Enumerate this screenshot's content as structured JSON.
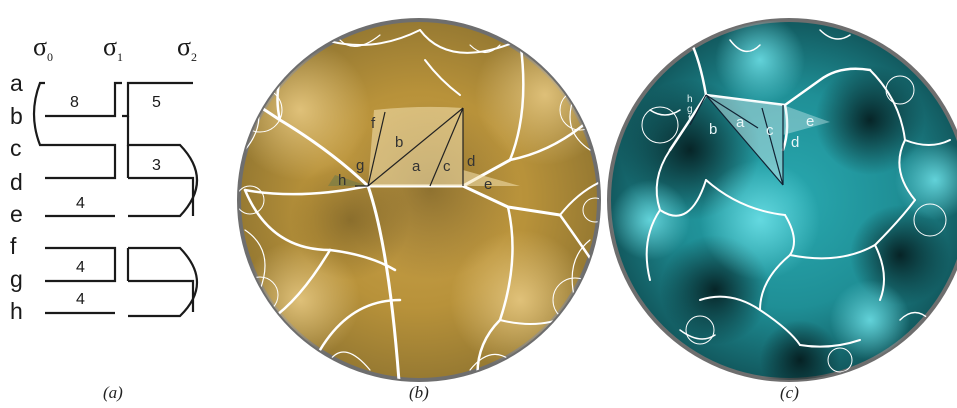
{
  "panel_a": {
    "headers": [
      {
        "base": "σ",
        "sub": "0"
      },
      {
        "base": "σ",
        "sub": "1"
      },
      {
        "base": "σ",
        "sub": "2"
      }
    ],
    "rows": [
      "a",
      "b",
      "c",
      "d",
      "e",
      "f",
      "g",
      "h"
    ],
    "numbers": [
      "8",
      "5",
      "3",
      "4",
      "4",
      "4"
    ]
  },
  "panel_b": {
    "labels": [
      "f",
      "g",
      "h",
      "b",
      "a",
      "c",
      "d",
      "e"
    ]
  },
  "panel_c": {
    "labels": [
      "h",
      "g",
      "f",
      "b",
      "a",
      "c",
      "d",
      "e"
    ]
  },
  "captions": [
    "(a)",
    "(b)",
    "(c)"
  ],
  "colors": {
    "disc_b_base": "#b8923a",
    "disc_b_light": "#e2c17a",
    "disc_b_dark": "#7a6428",
    "disc_c_base": "#1f8f96",
    "disc_c_light": "#5fd2da",
    "disc_c_dark": "#0a2b2e",
    "rim": "#6e6e6e",
    "mesh": "#ffffff"
  }
}
